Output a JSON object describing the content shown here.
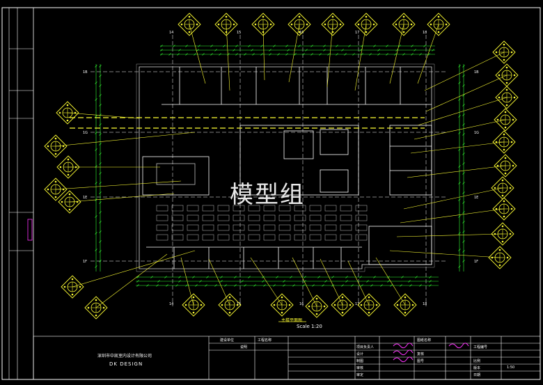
{
  "watermark": "模型组",
  "drawing": {
    "title": "主楼平面图",
    "scale": "Scale  1:20"
  },
  "title_block": {
    "company_cn": "深圳市中凯室内设计有限公司",
    "company_en": "DK    DESIGN",
    "labels": {
      "design_unit": "建设单位",
      "project_name": "工程名称",
      "drawing_name": "图纸名称",
      "project_no": "工程编号",
      "notes": "说明",
      "drawing_no": "图号",
      "scale": "比例",
      "date": "日期",
      "version": "版本",
      "project_lead": "项目负责人",
      "design": "设计",
      "drafting": "制图",
      "check": "审核",
      "approve": "审定",
      "review": "复核"
    },
    "values": {
      "scale": "1:50"
    }
  },
  "colors": {
    "background": "#000000",
    "frame": "#ffffff",
    "callout": "#ffff33",
    "dimension": "#33ff33",
    "walls": "#ffffff",
    "furniture": "#c0c0c0"
  }
}
